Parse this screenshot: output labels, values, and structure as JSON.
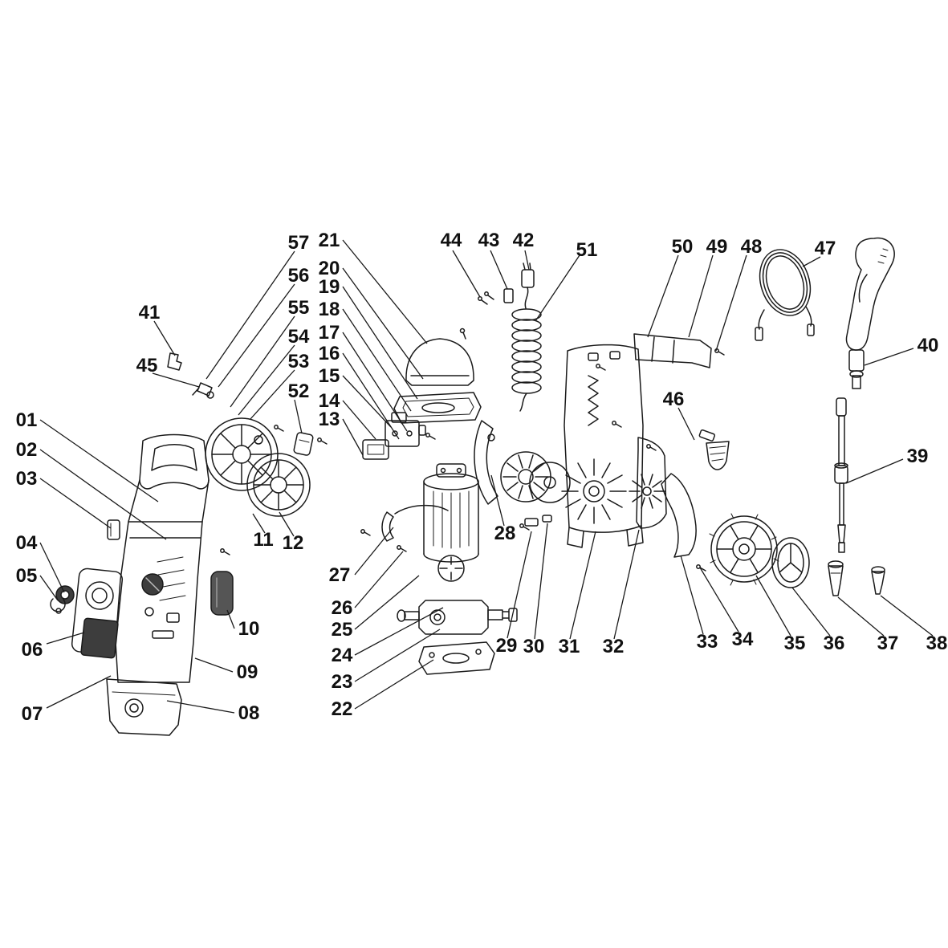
{
  "diagram": {
    "kind": "exploded-parts-diagram",
    "colors": {
      "ink": "#1a1a1a",
      "background": "#ffffff"
    },
    "callouts": [
      {
        "label": "01"
      },
      {
        "label": "02"
      },
      {
        "label": "03"
      },
      {
        "label": "04"
      },
      {
        "label": "05"
      },
      {
        "label": "06"
      },
      {
        "label": "07"
      },
      {
        "label": "08"
      },
      {
        "label": "09"
      },
      {
        "label": "10"
      },
      {
        "label": "11"
      },
      {
        "label": "12"
      },
      {
        "label": "13"
      },
      {
        "label": "14"
      },
      {
        "label": "15"
      },
      {
        "label": "16"
      },
      {
        "label": "17"
      },
      {
        "label": "18"
      },
      {
        "label": "19"
      },
      {
        "label": "20"
      },
      {
        "label": "21"
      },
      {
        "label": "22"
      },
      {
        "label": "23"
      },
      {
        "label": "24"
      },
      {
        "label": "25"
      },
      {
        "label": "26"
      },
      {
        "label": "27"
      },
      {
        "label": "28"
      },
      {
        "label": "29"
      },
      {
        "label": "30"
      },
      {
        "label": "31"
      },
      {
        "label": "32"
      },
      {
        "label": "33"
      },
      {
        "label": "34"
      },
      {
        "label": "35"
      },
      {
        "label": "36"
      },
      {
        "label": "37"
      },
      {
        "label": "38"
      },
      {
        "label": "39"
      },
      {
        "label": "40"
      },
      {
        "label": "41"
      },
      {
        "label": "42"
      },
      {
        "label": "43"
      },
      {
        "label": "44"
      },
      {
        "label": "45"
      },
      {
        "label": "46"
      },
      {
        "label": "47"
      },
      {
        "label": "48"
      },
      {
        "label": "49"
      },
      {
        "label": "50"
      },
      {
        "label": "51"
      },
      {
        "label": "52"
      },
      {
        "label": "53"
      },
      {
        "label": "54"
      },
      {
        "label": "55"
      },
      {
        "label": "56"
      },
      {
        "label": "57"
      }
    ]
  }
}
